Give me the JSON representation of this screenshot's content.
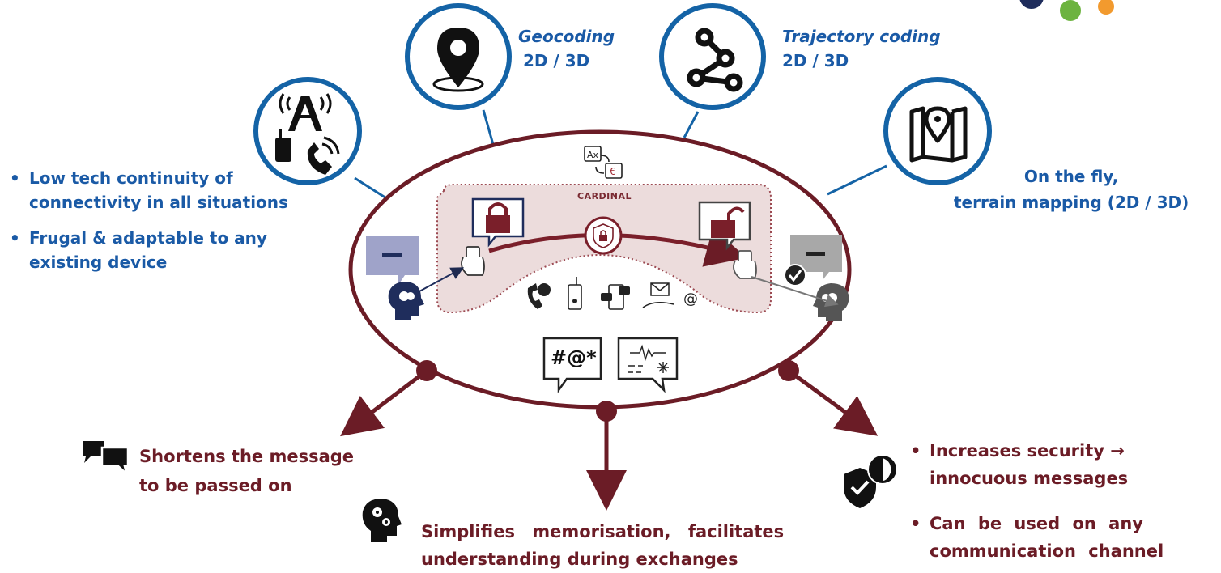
{
  "features": {
    "connectivity": [
      "Low tech continuity of connectivity in all situations",
      "Frugal & adaptable to any existing device"
    ],
    "geocoding": {
      "title": "Geocoding",
      "sub": "2D / 3D"
    },
    "trajectory": {
      "title": "Trajectory coding",
      "sub": "2D / 3D"
    },
    "mapping": {
      "line1": "On the fly,",
      "line2": "terrain mapping (2D / 3D)"
    }
  },
  "center": {
    "label": "CARDINAL",
    "code_bubble": "#@*"
  },
  "benefits": {
    "shorten": {
      "line1": "Shortens the message",
      "line2": "to be passed on"
    },
    "memorise": {
      "line1": "Simplifies memorisation, facilitates",
      "line2": "understanding during exchanges"
    },
    "security": [
      "Increases security → innocuous messages",
      "Can be used on any communication channel"
    ]
  },
  "colors": {
    "blue": "#1a5aa6",
    "maroon": "#6b1c26",
    "circle_border": "#1463a6",
    "area": "#ecdcdc"
  }
}
